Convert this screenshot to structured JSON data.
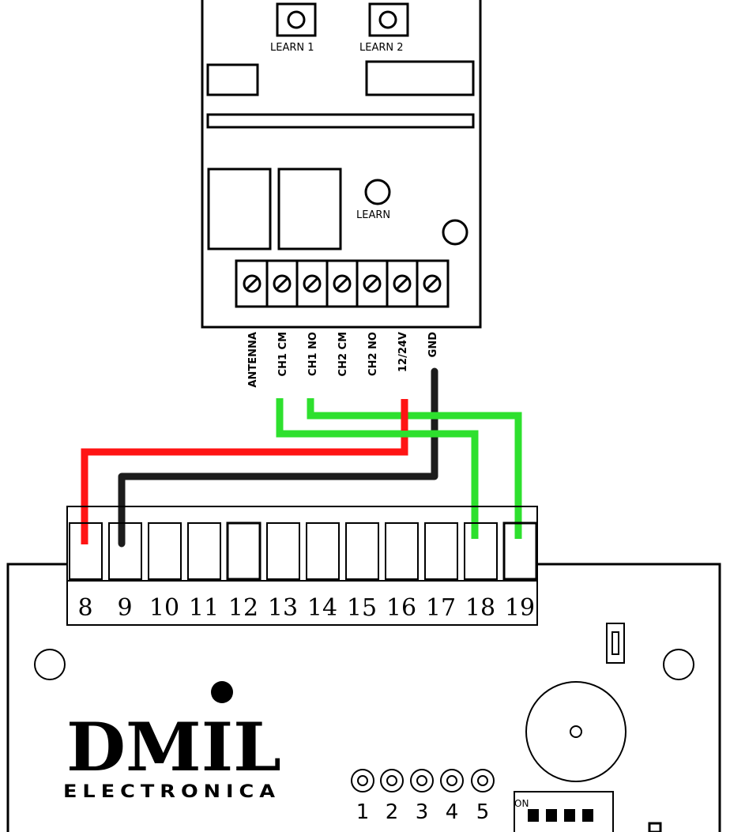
{
  "receiver": {
    "buttons": [
      {
        "label": "LEARN 1"
      },
      {
        "label": "LEARN 2"
      },
      {
        "label": "LEARN"
      }
    ],
    "terminals": [
      "ANTENNA",
      "CH1 CM",
      "CH1 NO",
      "CH2 CM",
      "CH2 NO",
      "12/24V",
      "GND"
    ]
  },
  "controller": {
    "terminal_numbers": [
      "8",
      "9",
      "10",
      "11",
      "12",
      "13",
      "14",
      "15",
      "16",
      "17",
      "18",
      "19"
    ],
    "brand_name": "DMIL",
    "brand_subtitle": "ELECTRONICA",
    "jumper_pins": [
      "1",
      "2",
      "3",
      "4",
      "5"
    ],
    "dip_switch_label": "ON"
  },
  "wires": [
    {
      "from": "12/24V",
      "to": "8",
      "color": "#ff0000"
    },
    {
      "from": "GND",
      "to": "9",
      "color": "#222222"
    },
    {
      "from": "CH1 CM",
      "to": "18",
      "color": "#22dd22"
    },
    {
      "from": "CH1 NO",
      "to": "19",
      "color": "#22dd22"
    }
  ]
}
